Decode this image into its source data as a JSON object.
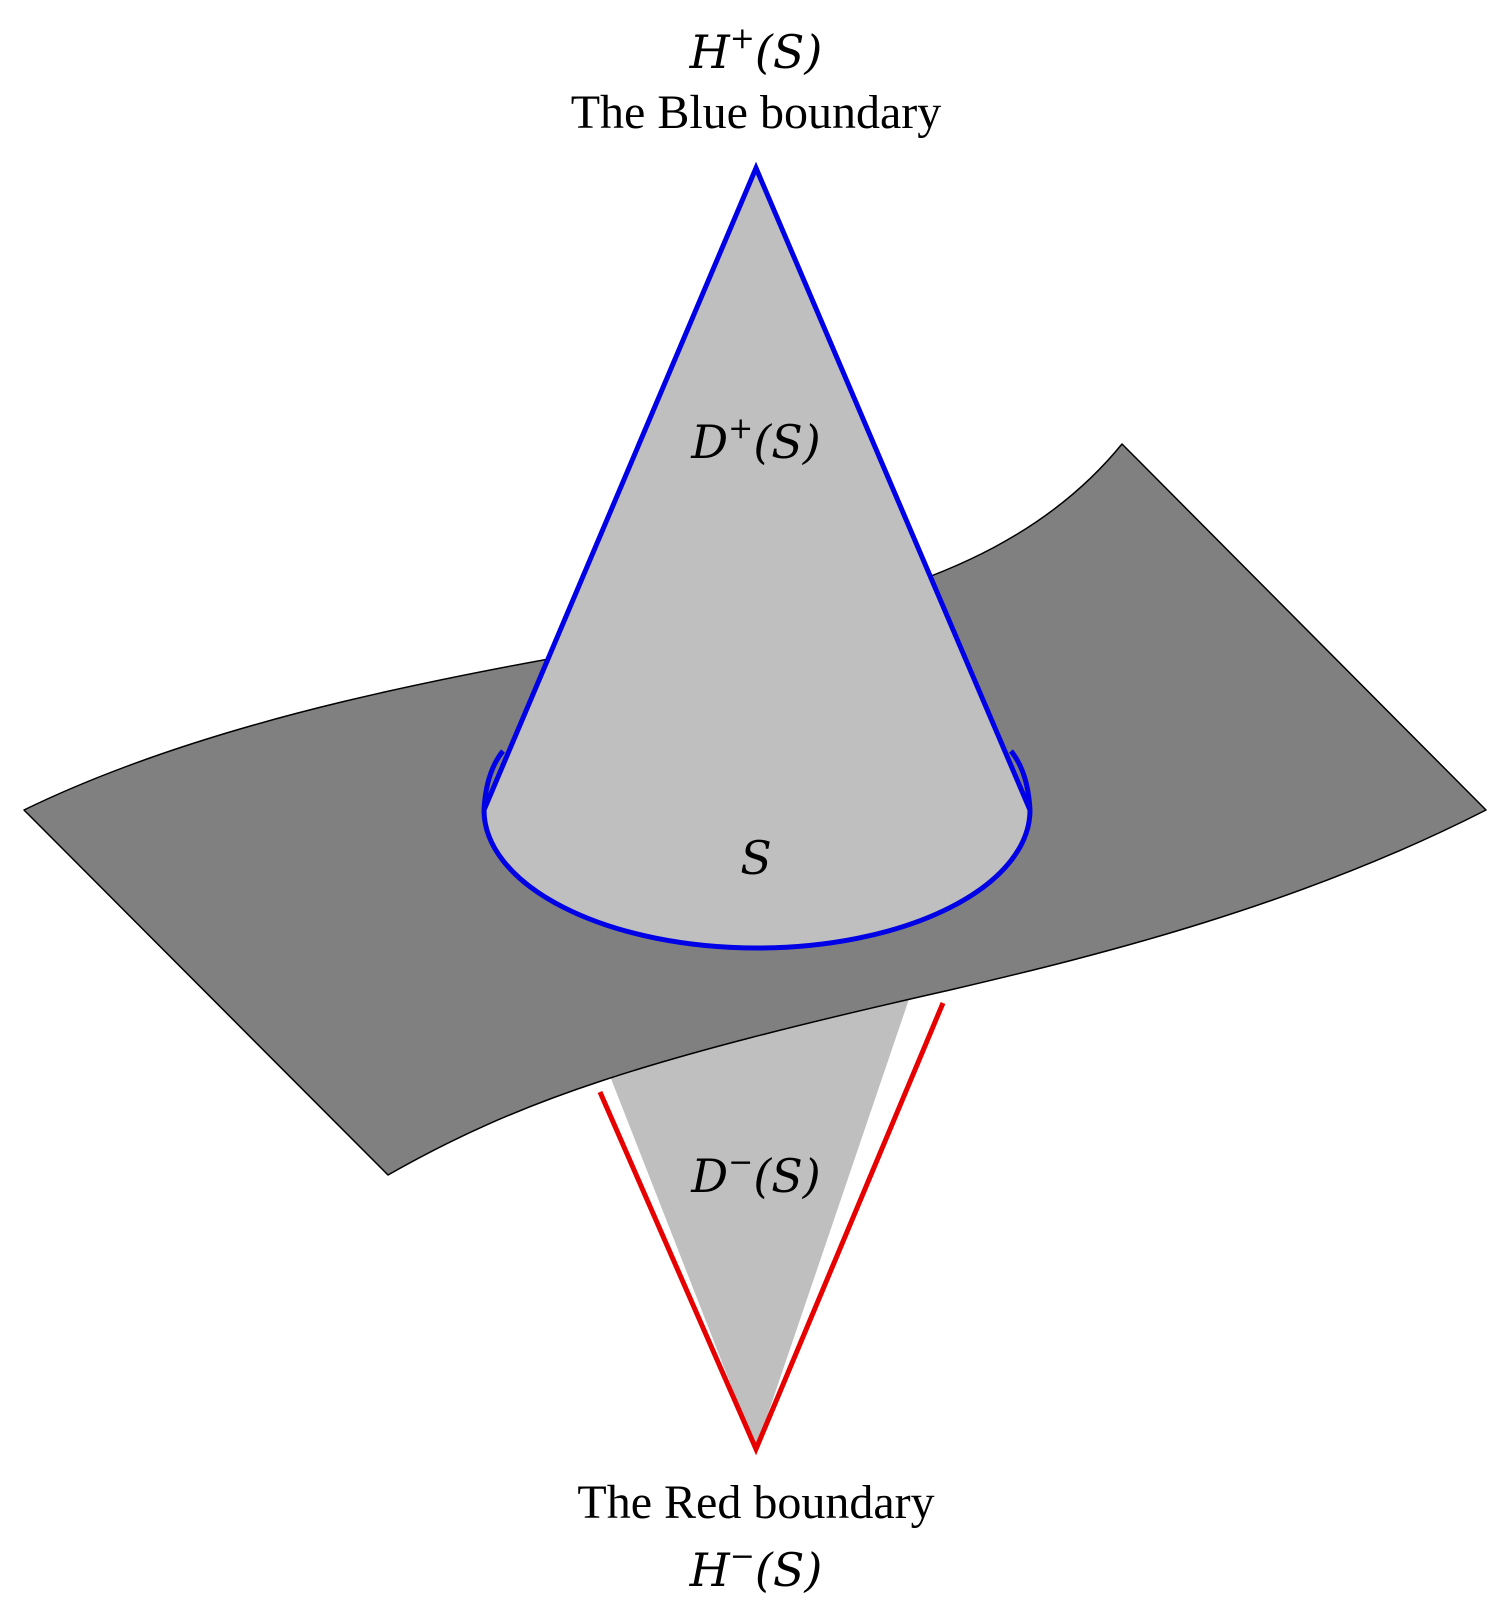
{
  "labels": {
    "top_symbol": {
      "base": "H",
      "sup": "+",
      "arg": "(S)"
    },
    "top_caption": "The Blue boundary",
    "future_domain": {
      "base": "D",
      "sup": "+",
      "arg": "(S)"
    },
    "surface_label": "S",
    "past_domain": {
      "base": "D",
      "sup": "−",
      "arg": "(S)"
    },
    "bottom_caption": "The Red boundary",
    "bottom_symbol": {
      "base": "H",
      "sup": "−",
      "arg": "(S)"
    }
  },
  "colors": {
    "surface": "#808080",
    "cone_fill": "#bfbfbf",
    "future_boundary": "#0000e6",
    "past_boundary": "#e60000",
    "outline": "#000000",
    "background": "#ffffff"
  }
}
